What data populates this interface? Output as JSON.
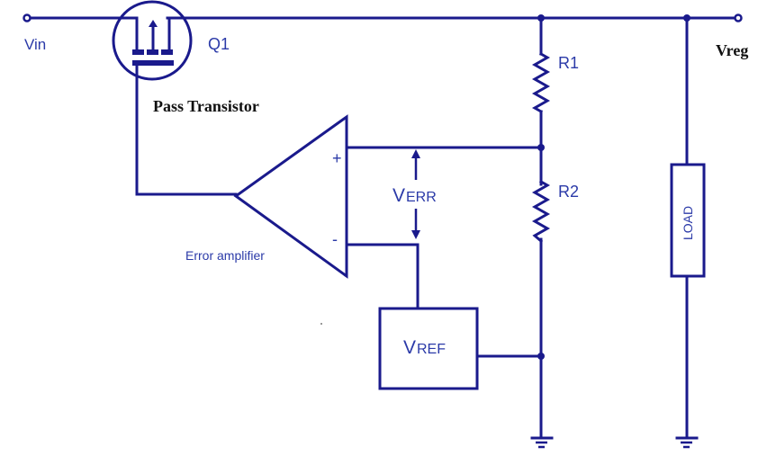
{
  "diagram": {
    "title": "Linear voltage regulator (series pass) block diagram",
    "colors": {
      "wire": "#1a1a8c",
      "label_blue": "#2b3aa8",
      "label_black": "#111111",
      "background": "#ffffff"
    },
    "terminals": {
      "input": "Vin",
      "output": "Vreg"
    },
    "components": {
      "transistor": {
        "designator": "Q1",
        "caption": "Pass Transistor",
        "type": "MOSFET"
      },
      "r1": {
        "designator": "R1",
        "type": "resistor"
      },
      "r2": {
        "designator": "R2",
        "type": "resistor"
      },
      "load": {
        "label": "LOAD",
        "type": "load-box"
      },
      "amplifier": {
        "caption": "Error amplifier",
        "plus": "+",
        "minus": "-"
      },
      "reference": {
        "label_main": "V",
        "label_sub": "REF"
      }
    },
    "annotations": {
      "verr_main": "V",
      "verr_sub": "ERR"
    }
  }
}
